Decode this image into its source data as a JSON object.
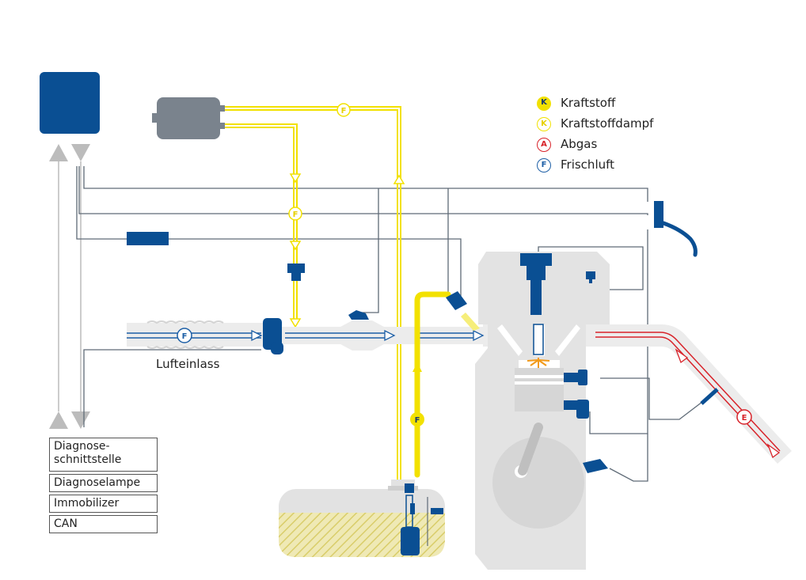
{
  "legend": {
    "items": [
      {
        "badge": "K",
        "label": "Kraftstoff",
        "style": "filled",
        "color": "#f2e100",
        "text_color": "#1a3c6e"
      },
      {
        "badge": "K",
        "label": "Kraftstoffdampf",
        "style": "outline",
        "color": "#f2e100",
        "text_color": "#e6d000"
      },
      {
        "badge": "A",
        "label": "Abgas",
        "style": "outline",
        "color": "#d8232a",
        "text_color": "#d8232a"
      },
      {
        "badge": "F",
        "label": "Frischluft",
        "style": "outline",
        "color": "#1d5fa6",
        "text_color": "#1d5fa6"
      }
    ]
  },
  "diagnostics": {
    "items": [
      "Diagnose-\nschnittstelle",
      "Diagnoselampe",
      "Immobilizer",
      "CAN"
    ]
  },
  "labels": {
    "air_intake": "Lufteinlass"
  },
  "flow_markers": {
    "fresh_air": "F",
    "fuel": "F",
    "exhaust": "E"
  },
  "colors": {
    "ecu_blue": "#0a4f93",
    "component_blue": "#0a4f93",
    "fuel_yellow": "#f2e100",
    "vapor_yellow": "#f5ea5a",
    "exhaust_red": "#d8232a",
    "air_blue": "#1d5fa6",
    "wire_gray": "#5f6b77",
    "engine_gray": "#e3e3e3",
    "canister_gray": "#7a838d",
    "arrow_gray": "#bcbcbc"
  }
}
